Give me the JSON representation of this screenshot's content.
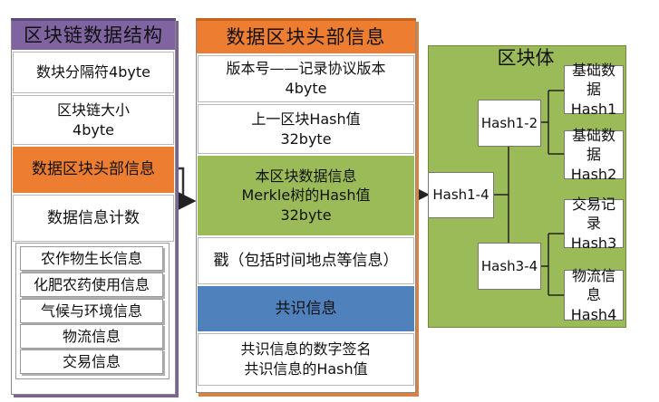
{
  "left_panel": {
    "title": "区块链数据结构",
    "items": [
      {
        "line1": "数块分隔符4byte",
        "line2": ""
      },
      {
        "line1": "区块链大小",
        "line2": "4byte"
      },
      {
        "line1": "数据区块头部信息",
        "line2": ""
      },
      {
        "line1": "数据信息计数",
        "line2": ""
      }
    ],
    "sub_items": [
      "农作物生长信息",
      "化肥农药使用信息",
      "气候与环境信息",
      "物流信息",
      "交易信息"
    ]
  },
  "middle_panel": {
    "title": "数据区块头部信息",
    "items": [
      {
        "line1": "版本号——记录协议版本",
        "line2": "4byte"
      },
      {
        "line1": "上一区块Hash值",
        "line2": "32byte"
      },
      {
        "line1": "本区块数据信息",
        "line2": "Merkle树的Hash值",
        "line3": "32byte"
      },
      {
        "line1": "戳（包括时间地点等信息）"
      },
      {
        "line1": "共识信息"
      },
      {
        "line1": "共识信息的数字签名",
        "line2": "共识信息的Hash值"
      }
    ]
  },
  "right_panel": {
    "title": "区块体",
    "root": "Hash1-4",
    "mid_nodes": [
      "Hash1-2",
      "Hash3-4"
    ],
    "leaves": [
      {
        "line1": "基础数",
        "line2": "据Hash1"
      },
      {
        "line1": "基础数",
        "line2": "据Hash2"
      },
      {
        "line1": "交易记",
        "line2": "录Hash3"
      },
      {
        "line1": "物流信",
        "line2": "息Hash4"
      }
    ]
  },
  "colors": {
    "left_title_bg": "#8064a2",
    "middle_title_bg": "#ed7d31",
    "highlight_orange": "#ed7d31",
    "highlight_green": "#9bbb59",
    "highlight_blue": "#4f81bd",
    "body_green": "#9bbb59"
  }
}
